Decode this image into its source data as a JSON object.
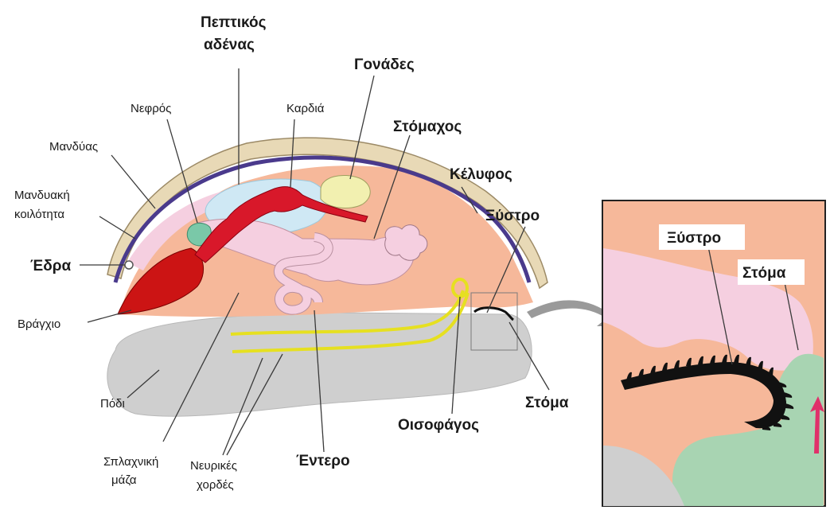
{
  "colors": {
    "shell": "#e8d9b6",
    "mantle_line": "#4a3a8c",
    "body": "#f6b89a",
    "foot": "#cfcfcf",
    "gill": "#cc1414",
    "heart": "#d8182a",
    "digestive_gland": "#cfe8f4",
    "gonads": "#f2f0b0",
    "stomach": "#f5cfe0",
    "nerve_cords": "#e6e020",
    "kidney": "#7ac8a8",
    "inset_mouth": "#a8d4b2",
    "arrow": "#e0306a"
  },
  "labels": {
    "digestive_gland": {
      "line1": "Πεπτικός",
      "line2": "αδένας"
    },
    "gonads": "Γονάδες",
    "kidney": "Νεφρός",
    "heart": "Καρδιά",
    "mantle": "Μανδύας",
    "stomach": "Στόμαχος",
    "mantle_cavity": {
      "line1": "Μανδυακή",
      "line2": "κοιλότητα"
    },
    "shell": "Κέλυφος",
    "radula": "Ξύστρο",
    "anus": "Έδρα",
    "gill": "Βράγχιο",
    "foot": "Πόδι",
    "visceral_mass": {
      "line1": "Σπλαχνική",
      "line2": "μάζα"
    },
    "nerve_cords": {
      "line1": "Νευρικές",
      "line2": "χορδές"
    },
    "intestine": "Έντερο",
    "esophagus": "Οισοφάγος",
    "mouth": "Στόμα"
  },
  "inset": {
    "radula": "Ξύστρο",
    "mouth": "Στόμα"
  }
}
